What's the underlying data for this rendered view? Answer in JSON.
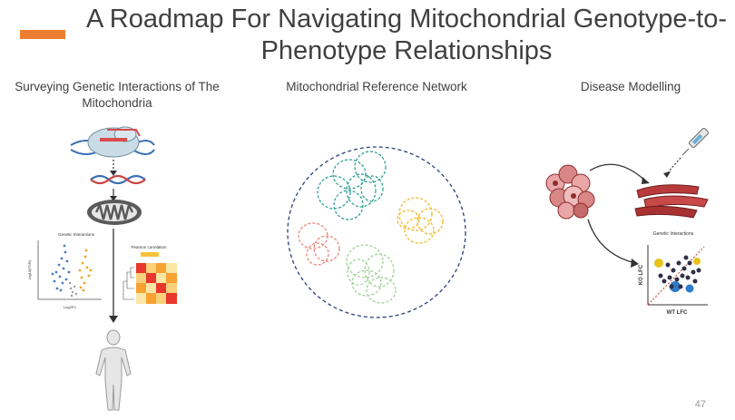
{
  "slide": {
    "title": "A Roadmap For Navigating Mitochondrial Genotype-to-Phenotype Relationships",
    "accent_color": "#ed7d31",
    "page_number": "47"
  },
  "sections": [
    {
      "heading": "Surveying Genetic Interactions of The Mitochondria"
    },
    {
      "heading": "Mitochondrial Reference Network"
    },
    {
      "heading": "Disease Modelling"
    }
  ],
  "left_panel": {
    "volcano_plot_title": "Genetic Interactions",
    "volcano_x_label": "Log2FC",
    "volcano_y_label": "-log10(FDR)",
    "heatmap_title": "Pearson correlation"
  },
  "network": {
    "cluster_colors": [
      "#1f9a8f",
      "#f2b51b",
      "#ee7b73",
      "#9ccc8f"
    ],
    "outline_color": "#2b3f7a"
  },
  "disease_panel": {
    "scatter_title": "Genetic Interactions",
    "scatter_x_label": "WT LFC",
    "scatter_y_label": "KO LFC"
  }
}
